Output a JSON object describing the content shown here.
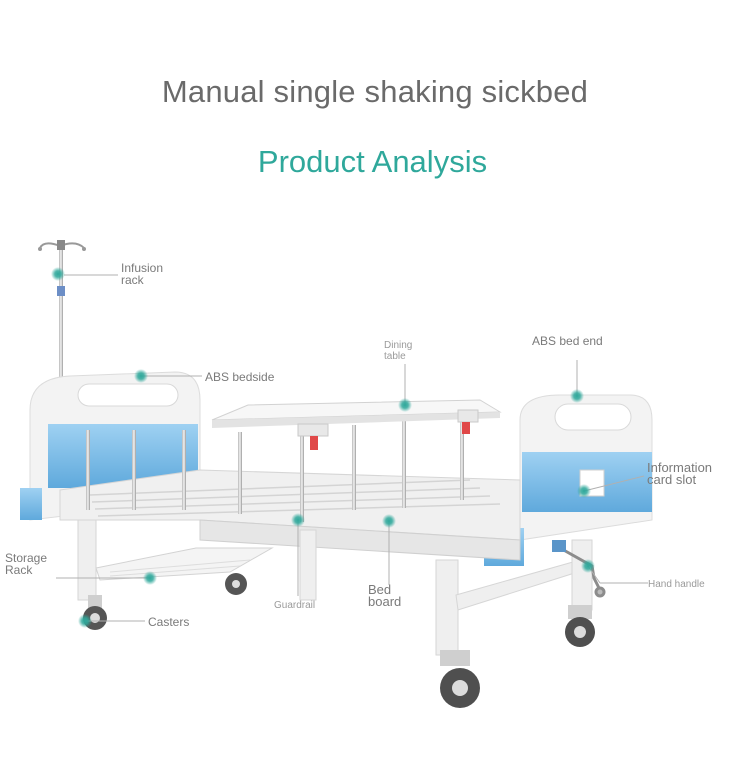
{
  "header": {
    "title": "Manual single shaking sickbed",
    "subtitle": "Product Analysis"
  },
  "labels": {
    "infusion_rack": "Infusion\nrack",
    "abs_bedside": "ABS bedside",
    "dining_table": "Dining\ntable",
    "abs_bed_end": "ABS bed end",
    "information_card_slot": "Information\ncard slot",
    "storage_rack": "Storage\nRack",
    "casters": "Casters",
    "guardrail": "Guardrail",
    "bed_board": "Bed\nboard",
    "hand_handle": "Hand handle"
  },
  "colors": {
    "accent_teal": "#2fa89b",
    "title_gray": "#6a6a6a",
    "panel_blue": "#7fbfe8",
    "bed_white": "#f4f4f4",
    "hot_red": "#e04848"
  }
}
